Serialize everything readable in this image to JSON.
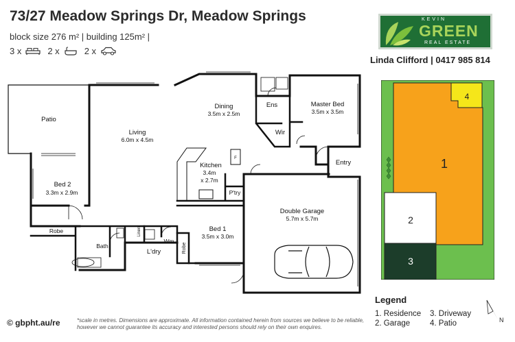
{
  "header": {
    "title": "73/27 Meadow Springs Dr, Meadow Springs",
    "sizes": "block size 276 m² | building 125m² |",
    "beds_count": "3 x",
    "baths_count": "2 x",
    "cars_count": "2 x"
  },
  "brand": {
    "kevin": "KEVIN",
    "green": "GREEN",
    "real_estate": "REAL ESTATE",
    "agent": "Linda Clifford | 0417 985 814"
  },
  "rooms": {
    "patio": "Patio",
    "living": "Living",
    "living_size": "6.0m x 4.5m",
    "dining": "Dining",
    "dining_size": "3.5m x 2.5m",
    "ens": "Ens",
    "master": "Master Bed",
    "master_size": "3.5m x 3.5m",
    "wir": "Wir",
    "entry": "Entry",
    "kitchen": "Kitchen",
    "kitchen_size1": "3.4m",
    "kitchen_size2": "x 2.7m",
    "pantry": "P'try",
    "fridge": "F",
    "bed2": "Bed 2",
    "bed2_size": "3.3m x 2.9m",
    "robe1": "Robe",
    "bath": "Bath",
    "linen": "Linen",
    "wm": "Wm",
    "laundry": "L'dry",
    "robe2": "Robe",
    "bed1": "Bed 1",
    "bed1_size": "3.5m x 3.0m",
    "garage": "Double Garage",
    "garage_size": "5.7m x 5.7m"
  },
  "site": {
    "label1": "1",
    "label2": "2",
    "label3": "3",
    "label4": "4",
    "colors": {
      "land": "#6cbf4e",
      "residence": "#f7a21b",
      "garage": "#ffffff",
      "driveway": "#1c3d2a",
      "patio": "#f5e61a"
    }
  },
  "legend": {
    "title": "Legend",
    "item1": "1. Residence",
    "item2": "2. Garage",
    "item3": "3. Driveway",
    "item4": "4. Patio"
  },
  "footer": {
    "copyright": "© gbpht.au/re",
    "disclaimer": "*scale in metres. Dimensions are approximate. All information contained herein from sources we believe to be reliable, however we cannot guarantee its accuracy and interested persons should rely on their own enquires."
  },
  "icons": [
    "bed-icon",
    "bath-icon",
    "car-icon",
    "north-arrow-icon",
    "vehicle-icon"
  ]
}
